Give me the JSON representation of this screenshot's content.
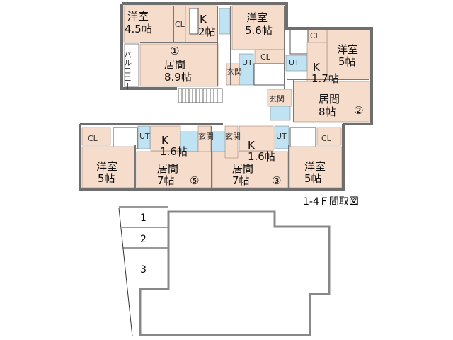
{
  "title": "1-4Ｆ間取図",
  "units": [
    {
      "number": "①",
      "rooms": {
        "western": "洋室",
        "western_size": "4.5帖",
        "kitchen": "K",
        "kitchen_size": "2帖",
        "living": "居間",
        "living_size": "8.9帖",
        "closet": "CL",
        "balcony": "バルコニー"
      }
    },
    {
      "number": "②",
      "rooms": {
        "western": "洋室",
        "western_size": "5帖",
        "kitchen": "K",
        "kitchen_size": "1.7帖",
        "living": "居間",
        "living_size": "8帖",
        "closet": "CL",
        "utility": "UT",
        "entrance": "玄関"
      }
    },
    {
      "number": "③",
      "rooms": {
        "western": "洋室",
        "western_size": "5帖",
        "kitchen": "K",
        "kitchen_size": "1.6帖",
        "living": "居間",
        "living_size": "7帖",
        "closet": "CL",
        "utility": "UT",
        "entrance": "玄関"
      }
    },
    {
      "number": "⑤",
      "rooms": {
        "western": "洋室",
        "western_size": "5帖",
        "kitchen": "K",
        "kitchen_size": "1.6帖",
        "living": "居間",
        "living_size": "7帖",
        "closet": "CL",
        "utility": "UT",
        "entrance": "玄関"
      }
    }
  ],
  "shared_unit": {
    "western": "洋室",
    "western_size": "5.6帖",
    "closet": "CL",
    "utility": "UT",
    "entrance": "玄関"
  },
  "key_plan": {
    "floors": [
      "1",
      "2",
      "3"
    ]
  }
}
